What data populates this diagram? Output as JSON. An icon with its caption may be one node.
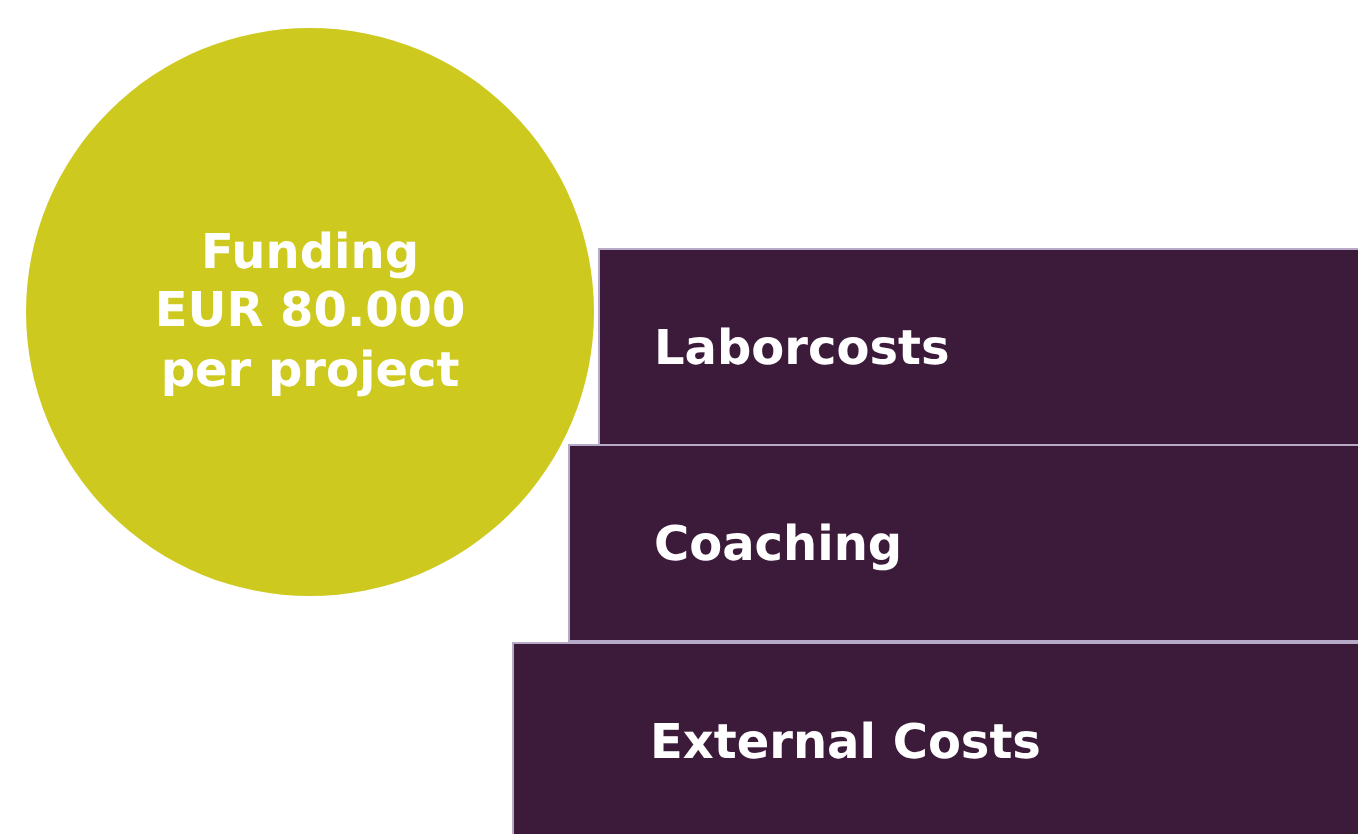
{
  "diagram": {
    "nodes": [
      {
        "text": [
          "Funding EUR 80.000 per project"
        ]
      },
      {
        "text": [
          "Laborcosts"
        ]
      },
      {
        "text": [
          "Coaching"
        ]
      },
      {
        "text": [
          "External Costs"
        ]
      }
    ]
  }
}
